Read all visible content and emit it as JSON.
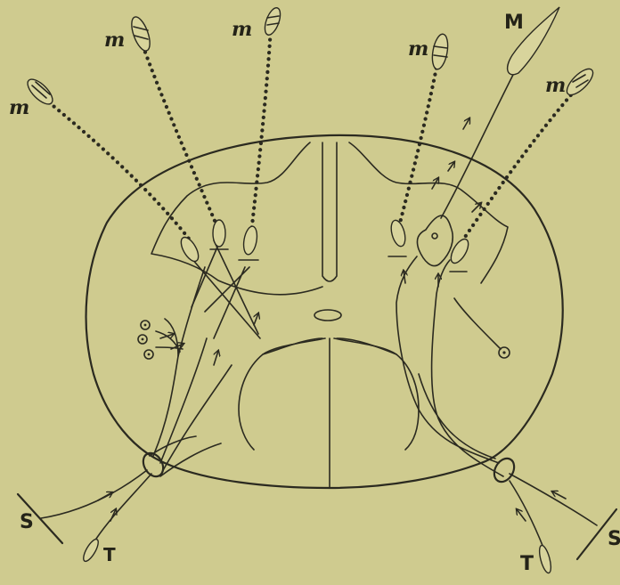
{
  "labels": {
    "m_far_left": "m",
    "m_upper_left": "m",
    "m_upper_center": "m",
    "m_right_inner": "m",
    "m_right_outer": "m",
    "M_muscle": "M",
    "S_left": "S",
    "S_right": "S",
    "T_left": "T",
    "T_right": "T"
  }
}
